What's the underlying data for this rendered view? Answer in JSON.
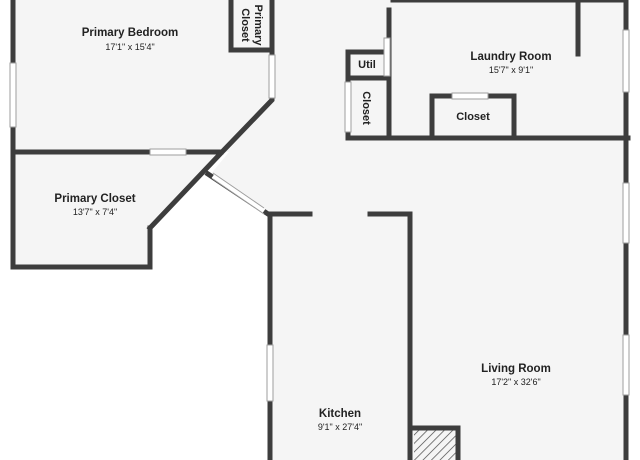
{
  "rooms": {
    "primary_bedroom": {
      "name": "Primary Bedroom",
      "dims": "17'1\" x 15'4\""
    },
    "primary_closet_small": {
      "name_line1": "Primary",
      "name_line2": "Closet"
    },
    "primary_closet": {
      "name": "Primary Closet",
      "dims": "13'7\" x 7'4\""
    },
    "util": {
      "name": "Util"
    },
    "hall_closet": {
      "name": "Closet"
    },
    "laundry_room": {
      "name": "Laundry Room",
      "dims": "15'7\" x 9'1\""
    },
    "laundry_closet": {
      "name": "Closet"
    },
    "kitchen": {
      "name": "Kitchen",
      "dims": "9'1\" x 27'4\""
    },
    "living_room": {
      "name": "Living Room",
      "dims": "17'2\" x 32'6\""
    }
  },
  "colors": {
    "wall": "#3d3d3d",
    "floor": "#f5f5f5",
    "background": "#ffffff"
  }
}
